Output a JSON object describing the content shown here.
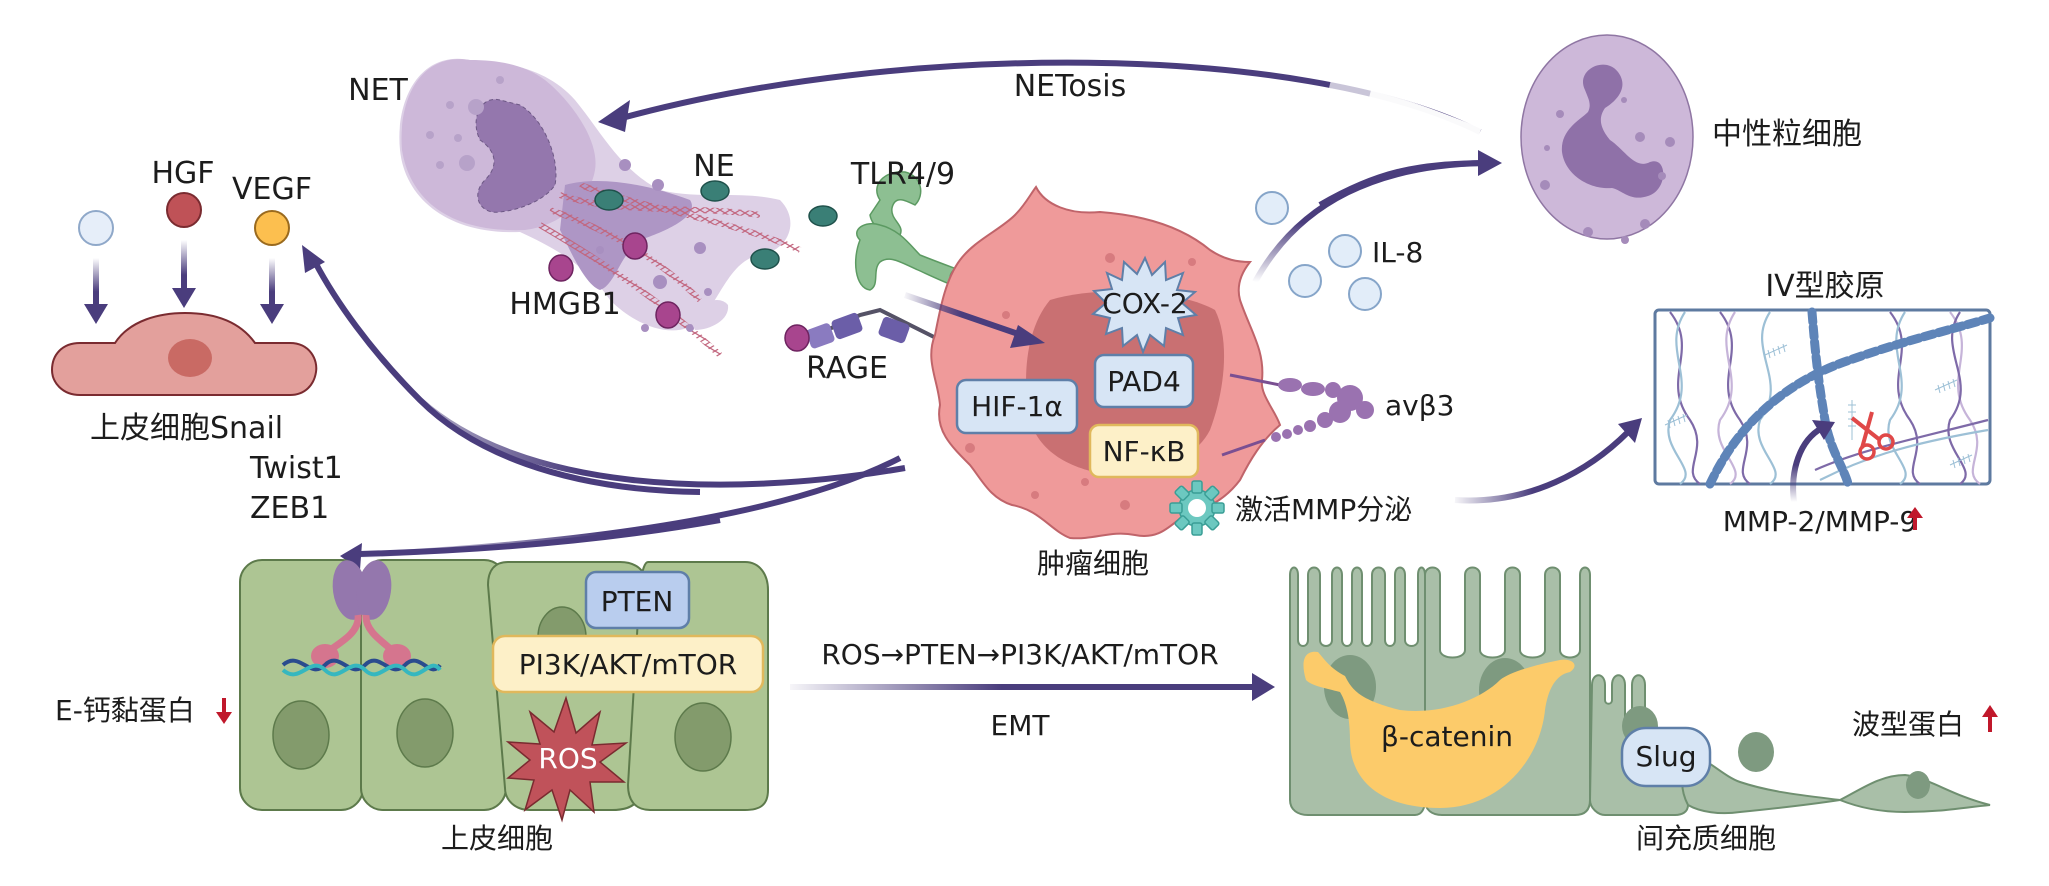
{
  "title": "肿瘤细胞与NET、EMT相互作用机制示意图",
  "colors": {
    "arrow": "#4a3d7d",
    "tumor_cell": "#ef9a9a",
    "tumor_nucleus": "#c97072",
    "neutrophil": "#cdb8d9",
    "neutrophil_nucleus": "#9477ad",
    "epithelial_green": "#adc593",
    "mesenchymal_green": "#a9bfa8",
    "beta_catenin": "#fccb6a",
    "down_arrow": "#c0182b",
    "up_arrow": "#c0182b",
    "ne_teal": "#3a7f76",
    "hmgb1_magenta": "#a8458e"
  },
  "labels": {
    "net": "NET",
    "netosis": "NETosis",
    "neutrophil": "中性粒细胞",
    "ne": "NE",
    "hmgb1": "HMGB1",
    "tlr": "TLR4/9",
    "rage": "RAGE",
    "hgf": "HGF",
    "vegf": "VEGF",
    "il8": "IL-8",
    "cox2": "COX-2",
    "pad4": "PAD4",
    "hif1a": "HIF-1α",
    "nfkb": "NF-κB",
    "avb3": "avβ3",
    "mmp_secretion": "激活MMP分泌",
    "tumor_cell": "肿瘤细胞",
    "collagen_iv": "IV型胶原",
    "mmp29": "MMP-2/MMP-9",
    "epithelial_cell_top": "上皮细胞Snail",
    "twist1": "Twist1",
    "zeb1": "ZEB1",
    "e_cadherin": "E-钙黏蛋白",
    "pten": "PTEN",
    "pi3k": "PI3K/AKT/mTOR",
    "ros": "ROS",
    "epithelial_cell": "上皮细胞",
    "pathway": "ROS→PTEN→PI3K/AKT/mTOR",
    "emt": "EMT",
    "beta_catenin": "β-catenin",
    "slug": "Slug",
    "vimentin": "波型蛋白",
    "mesenchymal_cell": "间充质细胞"
  },
  "icons": {
    "down": "red-down-arrow-icon",
    "up": "red-up-arrow-icon",
    "gear": "gear-icon",
    "scissors": "scissors-icon"
  }
}
